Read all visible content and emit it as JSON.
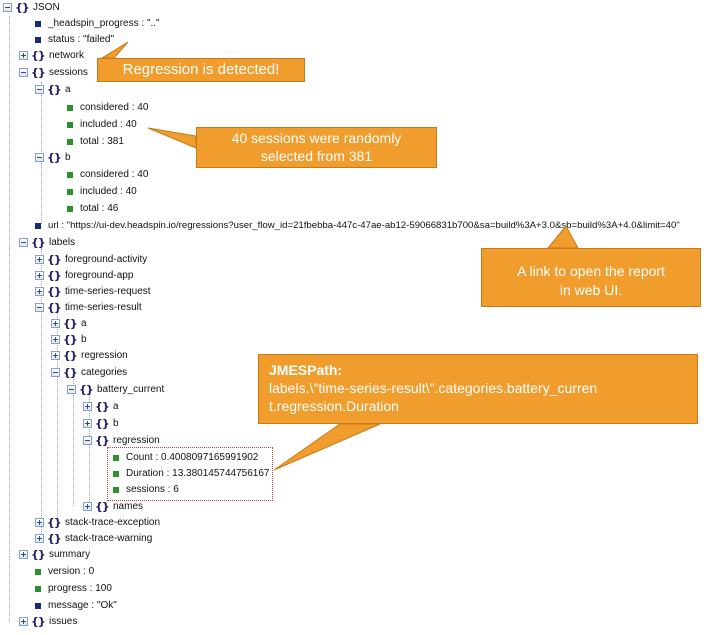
{
  "tree": {
    "root": "JSON",
    "headspin_progress": "_headspin_progress : \"..\"",
    "status": "status : \"failed\"",
    "network": "network",
    "sessions": "sessions",
    "a": "a",
    "a_considered": "considered : 40",
    "a_included": "included : 40",
    "a_total": "total : 381",
    "b": "b",
    "b_considered": "considered : 40",
    "b_included": "included : 40",
    "b_total": "total : 46",
    "url": "url : \"https://ui-dev.headspin.io/regressions?user_flow_id=21fbebba-447c-47ae-ab12-59066831b700&sa=build%3A+3.0&sb=build%3A+4.0&limit=40\"",
    "labels": "labels",
    "foreground_activity": "foreground-activity",
    "foreground_app": "foreground-app",
    "time_series_request": "time-series-request",
    "time_series_result": "time-series-result",
    "tsr_a": "a",
    "tsr_b": "b",
    "tsr_regression": "regression",
    "categories": "categories",
    "battery_current": "battery_current",
    "bc_a": "a",
    "bc_b": "b",
    "bc_regression": "regression",
    "count": "Count : 0.4008097165991902",
    "duration": "Duration : 13.380145744756167",
    "sessions_6": "sessions : 6",
    "names": "names",
    "stack_trace_exception": "stack-trace-exception",
    "stack_trace_warning": "stack-trace-warning",
    "summary": "summary",
    "version": "version : 0",
    "progress": "progress : 100",
    "message": "message : \"Ok\"",
    "issues": "issues"
  },
  "callouts": {
    "regression": "Regression is detected!",
    "sessions_line1": "40 sessions were randomly",
    "sessions_line2": "selected from 381",
    "link_line1": "A link to open the report",
    "link_line2": "in web UI.",
    "jmespath_title": "JMESPath:",
    "jmespath_line1": "labels.\\\"time-series-result\\\".categories.battery_curren",
    "jmespath_line2": "t.regression.Duration"
  },
  "icons": {
    "object": "curly-braces-icon",
    "expand": "plus-toggle-icon",
    "collapse": "minus-toggle-icon",
    "number_leaf": "green-square",
    "string_leaf": "navy-square"
  },
  "colors": {
    "callout_fill": "#f19d2e",
    "number_leaf": "#2f8f2f",
    "string_leaf": "#1a2a7a",
    "highlight_border": "#d23a3a"
  }
}
